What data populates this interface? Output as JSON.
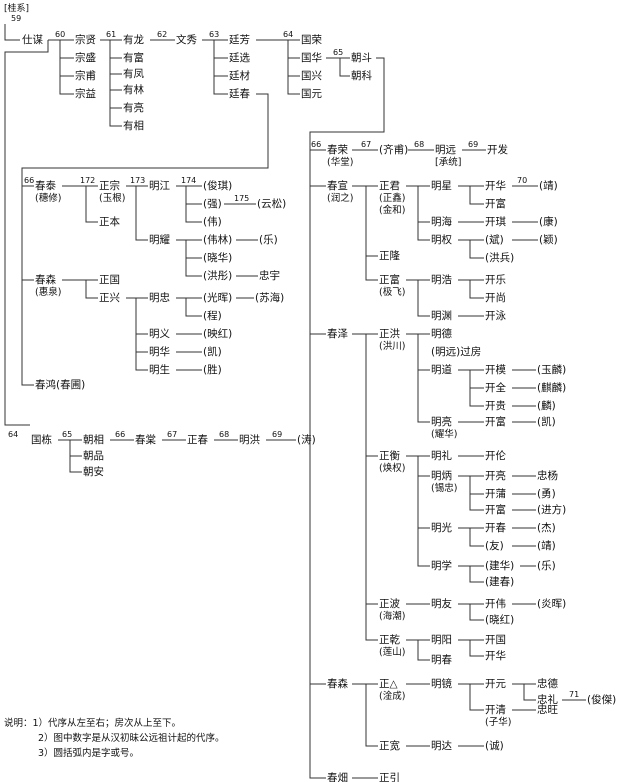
{
  "branch_tag": "[桂系]",
  "branch_gen": "59",
  "root": "仕谋",
  "people": [
    {
      "id": "zongxian",
      "name": "宗贤"
    },
    {
      "id": "zongsheng",
      "name": "宗盛"
    },
    {
      "id": "zongfu",
      "name": "宗甫"
    },
    {
      "id": "zongyi",
      "name": "宗益"
    },
    {
      "id": "youlong",
      "name": "有龙"
    },
    {
      "id": "youfu",
      "name": "有富"
    },
    {
      "id": "youfeng",
      "name": "有凤"
    },
    {
      "id": "youlin",
      "name": "有林"
    },
    {
      "id": "youliang",
      "name": "有亮"
    },
    {
      "id": "youxiang",
      "name": "有相"
    },
    {
      "id": "wenxiu",
      "name": "文秀"
    },
    {
      "id": "tingfang",
      "name": "廷芳"
    },
    {
      "id": "tingxuan",
      "name": "廷选"
    },
    {
      "id": "tingcai",
      "name": "廷材"
    },
    {
      "id": "tingchun",
      "name": "廷春"
    },
    {
      "id": "guorong",
      "name": "国荣"
    },
    {
      "id": "guohua",
      "name": "国华"
    },
    {
      "id": "guoxing",
      "name": "国兴"
    },
    {
      "id": "guoyuan",
      "name": "国元"
    },
    {
      "id": "chaodou",
      "name": "朝斗"
    },
    {
      "id": "chaoke",
      "name": "朝科"
    },
    {
      "id": "chunrong",
      "name": "春荣",
      "note": "(华堂)"
    },
    {
      "id": "qifu",
      "name": "(齐甫)"
    },
    {
      "id": "mingyuan",
      "name": "明远",
      "note": "[承统]"
    },
    {
      "id": "kaifa",
      "name": "开发"
    },
    {
      "id": "chuntai",
      "name": "春泰",
      "note": "(穗修)"
    },
    {
      "id": "zhengzong",
      "name": "正宗",
      "note": "(玉根)"
    },
    {
      "id": "zhengben",
      "name": "正本"
    },
    {
      "id": "mingjiang",
      "name": "明江"
    },
    {
      "id": "junqi",
      "name": "(俊琪)"
    },
    {
      "id": "qiang",
      "name": "(强)"
    },
    {
      "id": "yunsong",
      "name": "(云松)"
    },
    {
      "id": "wei",
      "name": "(伟)"
    },
    {
      "id": "mingyao",
      "name": "明耀"
    },
    {
      "id": "weilin",
      "name": "(伟林)"
    },
    {
      "id": "le1",
      "name": "(乐)"
    },
    {
      "id": "xiaohua",
      "name": "(晓华)"
    },
    {
      "id": "hongtong",
      "name": "(洪彤)"
    },
    {
      "id": "zhongyu",
      "name": "忠宇"
    },
    {
      "id": "chunsen",
      "name": "春森",
      "note": "(惠泉)"
    },
    {
      "id": "zhengguo",
      "name": "正国"
    },
    {
      "id": "zhengxing",
      "name": "正兴"
    },
    {
      "id": "mingzhong",
      "name": "明忠"
    },
    {
      "id": "guanghui",
      "name": "(光晖)"
    },
    {
      "id": "suhai",
      "name": "(苏海)"
    },
    {
      "id": "cheng",
      "name": "(程)"
    },
    {
      "id": "mingyi",
      "name": "明义"
    },
    {
      "id": "yinghong",
      "name": "(映红)"
    },
    {
      "id": "minghua1",
      "name": "明华"
    },
    {
      "id": "kai1",
      "name": "(凯)"
    },
    {
      "id": "mingsheng",
      "name": "明生"
    },
    {
      "id": "sheng",
      "name": "(胜)"
    },
    {
      "id": "chunhong",
      "name": "春鸿(春圃)"
    },
    {
      "id": "guodong",
      "name": "国栋"
    },
    {
      "id": "chaoxiang",
      "name": "朝相"
    },
    {
      "id": "chaopin",
      "name": "朝品"
    },
    {
      "id": "chaoan",
      "name": "朝安"
    },
    {
      "id": "chuntang",
      "name": "春棠"
    },
    {
      "id": "zhengchun",
      "name": "正春"
    },
    {
      "id": "minghong",
      "name": "明洪"
    },
    {
      "id": "tao",
      "name": "(涛)"
    },
    {
      "id": "chunxuan",
      "name": "春宣",
      "note": "(润之)"
    },
    {
      "id": "zhengjun",
      "name": "正君",
      "note": "(正鑫)\n(金和)"
    },
    {
      "id": "mingxing",
      "name": "明星"
    },
    {
      "id": "kaihua1",
      "name": "开华"
    },
    {
      "id": "jing1",
      "name": "(靖)"
    },
    {
      "id": "kaifu1",
      "name": "开富"
    },
    {
      "id": "minghai",
      "name": "明海"
    },
    {
      "id": "kaiqi",
      "name": "开琪"
    },
    {
      "id": "kang",
      "name": "(康)"
    },
    {
      "id": "mingquan",
      "name": "明权"
    },
    {
      "id": "bin",
      "name": "(斌)"
    },
    {
      "id": "ying1",
      "name": "(颖)"
    },
    {
      "id": "hongbing",
      "name": "(洪兵)"
    },
    {
      "id": "zhenglong",
      "name": "正隆"
    },
    {
      "id": "zhengfu",
      "name": "正富",
      "note": "(极飞)"
    },
    {
      "id": "minghao",
      "name": "明浩"
    },
    {
      "id": "kaile",
      "name": "开乐"
    },
    {
      "id": "kaishang",
      "name": "开尚"
    },
    {
      "id": "mingyuan2",
      "name": "明渊"
    },
    {
      "id": "kaiyong",
      "name": "开泳"
    },
    {
      "id": "chunze",
      "name": "春泽"
    },
    {
      "id": "zhenghong",
      "name": "正洪",
      "note": "(洪川)"
    },
    {
      "id": "mingde",
      "name": "明德"
    },
    {
      "id": "mingyuanguo",
      "name": "(明远)过房"
    },
    {
      "id": "mingdao",
      "name": "明道"
    },
    {
      "id": "kaimo",
      "name": "开模"
    },
    {
      "id": "yulin",
      "name": "(玉麟)"
    },
    {
      "id": "kaiquan",
      "name": "开全"
    },
    {
      "id": "qilin",
      "name": "(麒麟)"
    },
    {
      "id": "kaigui",
      "name": "开贵"
    },
    {
      "id": "lin",
      "name": "(麟)"
    },
    {
      "id": "mingliang",
      "name": "明亮",
      "note": "(耀华)"
    },
    {
      "id": "kaifu2",
      "name": "开富"
    },
    {
      "id": "kai2",
      "name": "(凯)"
    },
    {
      "id": "zhengheng",
      "name": "正衡",
      "note": "(焕权)"
    },
    {
      "id": "mingli",
      "name": "明礼"
    },
    {
      "id": "kailun",
      "name": "开伦"
    },
    {
      "id": "mingbing",
      "name": "明炳",
      "note": "(锡忠)"
    },
    {
      "id": "kailiang",
      "name": "开亮"
    },
    {
      "id": "zhongyang",
      "name": "忠杨"
    },
    {
      "id": "kaipu",
      "name": "开蒲"
    },
    {
      "id": "yong",
      "name": "(勇)"
    },
    {
      "id": "kaifu3",
      "name": "开富"
    },
    {
      "id": "jinfang",
      "name": "(进方)"
    },
    {
      "id": "mingguang",
      "name": "明光"
    },
    {
      "id": "kaichun",
      "name": "开春"
    },
    {
      "id": "jie",
      "name": "(杰)"
    },
    {
      "id": "you",
      "name": "(友)"
    },
    {
      "id": "jing2",
      "name": "(靖)"
    },
    {
      "id": "mingxue",
      "name": "明学"
    },
    {
      "id": "jianhua",
      "name": "(建华)"
    },
    {
      "id": "le2",
      "name": "(乐)"
    },
    {
      "id": "jianchun",
      "name": "(建春)"
    },
    {
      "id": "zhengbo",
      "name": "正波",
      "note": "(海潮)"
    },
    {
      "id": "mingyou",
      "name": "明友"
    },
    {
      "id": "kaiwei",
      "name": "开伟"
    },
    {
      "id": "yanhui",
      "name": "(炎晖)"
    },
    {
      "id": "xiaohong",
      "name": "(晓红)"
    },
    {
      "id": "zhengqian",
      "name": "正乾",
      "note": "(莲山)"
    },
    {
      "id": "mingyang",
      "name": "明阳"
    },
    {
      "id": "kaiguo",
      "name": "开国"
    },
    {
      "id": "kaihua2",
      "name": "开华"
    },
    {
      "id": "mingchun",
      "name": "明春"
    },
    {
      "id": "chunsen2",
      "name": "春森"
    },
    {
      "id": "zhengdelta",
      "name": "正△",
      "note": "(淦成)"
    },
    {
      "id": "mingjing",
      "name": "明镜"
    },
    {
      "id": "kaiyuan",
      "name": "开元"
    },
    {
      "id": "zhongde",
      "name": "忠德"
    },
    {
      "id": "zhongli",
      "name": "忠礼"
    },
    {
      "id": "junjie",
      "name": "(俊傑)"
    },
    {
      "id": "kaiqing",
      "name": "开清",
      "note": "(子华)"
    },
    {
      "id": "zhongwang",
      "name": "忠旺"
    },
    {
      "id": "zhengkuan",
      "name": "正宽"
    },
    {
      "id": "mingda",
      "name": "明达"
    },
    {
      "id": "cheng2",
      "name": "(诚)"
    },
    {
      "id": "chuntian",
      "name": "春畑"
    },
    {
      "id": "zhengyin",
      "name": "正引"
    }
  ],
  "notes": [
    "说明：1）代序从左至右；房次从上至下。",
    "2）图中数字是从汉初昧公远祖计起的代序。",
    "3）圆括弧内是字或号。"
  ]
}
